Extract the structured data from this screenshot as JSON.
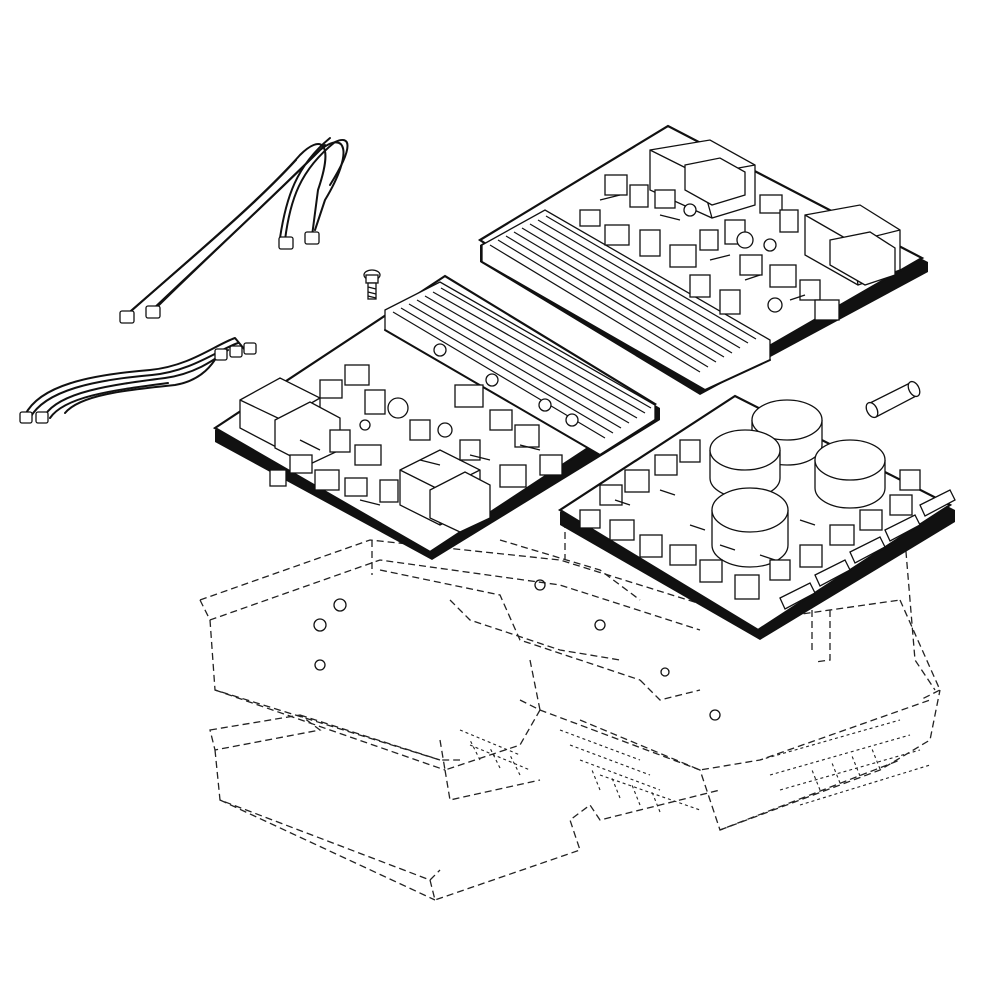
{
  "diagram": {
    "ink_color": "#111111",
    "background": "#ffffff",
    "parts": [
      "upper-harness",
      "lower-harness",
      "screw",
      "left-control-board",
      "rear-control-board",
      "right-filter-board",
      "fuse",
      "housing"
    ]
  }
}
